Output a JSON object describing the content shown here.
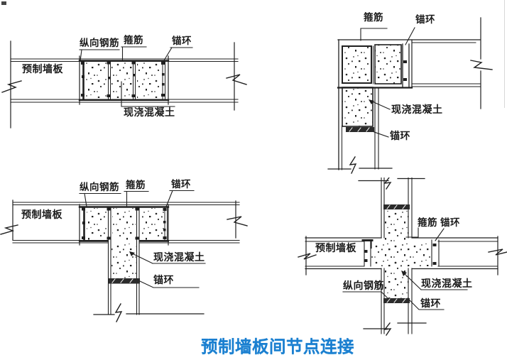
{
  "figure": {
    "title": "预制墙板间节点连接"
  },
  "labels": {
    "longitudinal_rebar": "纵向钢筋",
    "stirrup": "箍筋",
    "anchor_ring": "锚环",
    "precast_panel": "预制墙板",
    "cast_in_place_concrete": "现浇混凝土"
  },
  "diagrams": [
    {
      "id": "straight-joint",
      "position": "top-left",
      "callouts": [
        "纵向钢筋",
        "箍筋",
        "锚环",
        "预制墙板",
        "现浇混凝土"
      ]
    },
    {
      "id": "corner-joint",
      "position": "top-right",
      "callouts": [
        "箍筋",
        "锚环",
        "现浇混凝土",
        "锚环"
      ]
    },
    {
      "id": "tee-joint",
      "position": "bottom-left",
      "callouts": [
        "纵向钢筋",
        "箍筋",
        "锚环",
        "预制墙板",
        "现浇混凝土",
        "锚环"
      ]
    },
    {
      "id": "cross-joint",
      "position": "bottom-right",
      "callouts": [
        "箍筋",
        "锚环",
        "预制墙板",
        "纵向钢筋",
        "现浇混凝土",
        "锚环"
      ]
    }
  ],
  "colors": {
    "ink": "#1f1f1f",
    "paper": "#ffffff",
    "title_blue": "#1b7fd0"
  }
}
